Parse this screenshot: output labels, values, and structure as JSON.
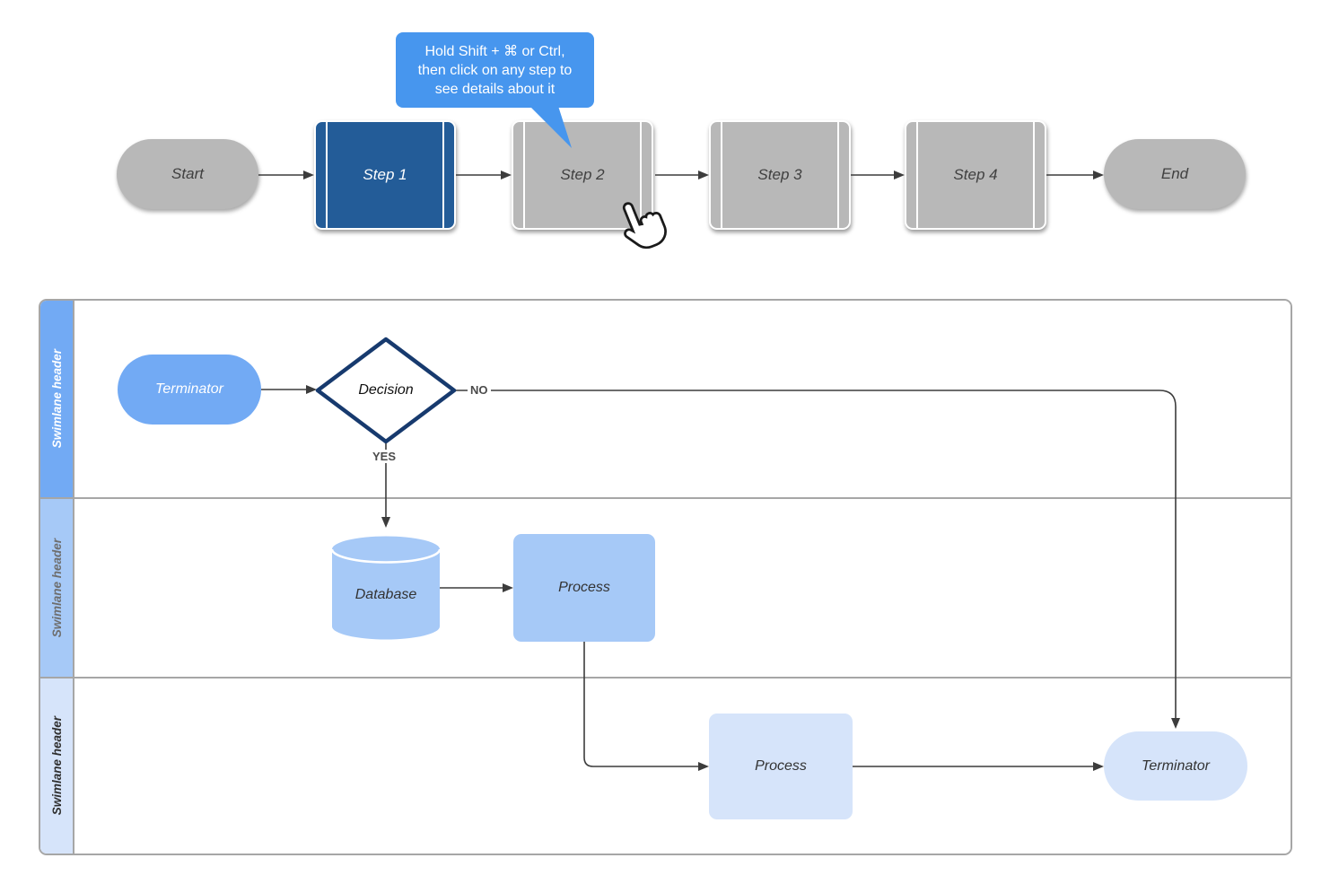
{
  "tooltip": {
    "text": "Hold Shift + ⌘ or Ctrl,\nthen click on any step to\nsee details about it",
    "background": "#4796EE",
    "text_color": "#FFFFFF"
  },
  "flow": {
    "start": "Start",
    "step1": "Step 1",
    "step2": "Step 2",
    "step3": "Step 3",
    "step4": "Step 4",
    "end": "End",
    "selected_step": "Step 1"
  },
  "lanes": [
    {
      "header": "Swimlane header",
      "header_fill": "#72AAF4",
      "header_text_color": "#FFFFFF"
    },
    {
      "header": "Swimlane header",
      "header_fill": "#A6C9F7",
      "header_text_color": "#6E6E6E"
    },
    {
      "header": "Swimlane header",
      "header_fill": "#D6E4FA",
      "header_text_color": "#2F2F2F"
    }
  ],
  "diagram": {
    "lane1": {
      "terminator": "Terminator",
      "decision": "Decision",
      "no": "NO",
      "yes": "YES"
    },
    "lane2": {
      "database": "Database",
      "process": "Process"
    },
    "lane3": {
      "process": "Process",
      "terminator": "Terminator"
    }
  },
  "colors": {
    "selected_step_fill": "#235C98",
    "step_fill": "#B8B8B8",
    "decision_border": "#173A6E",
    "lane1_shape_fill": "#72AAF4",
    "lane2_shape_fill": "#A6C9F7",
    "lane3_shape_fill": "#D6E4FA",
    "connector": "#3C3C3C",
    "lane_border": "#A6A6A6"
  }
}
